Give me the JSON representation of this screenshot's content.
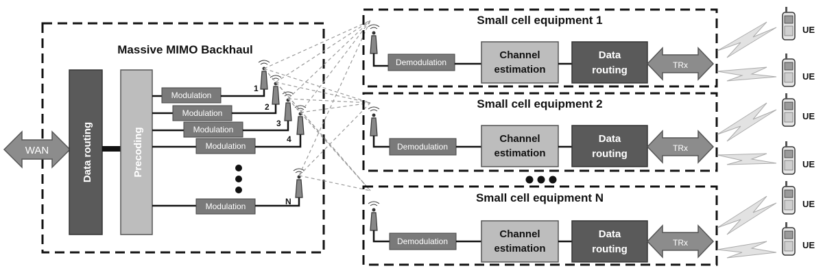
{
  "backhaul": {
    "title": "Massive MIMO Backhaul",
    "wan": "WAN",
    "data_routing": "Data routing",
    "precoding": "Precoding",
    "modulation": "Modulation",
    "antenna_numbers": [
      "1",
      "2",
      "3",
      "4",
      "N"
    ]
  },
  "cells": [
    {
      "title": "Small cell equipment 1",
      "demod": "Demodulation",
      "chan1": "Channel",
      "chan2": "estimation",
      "route1": "Data",
      "route2": "routing",
      "trx": "TRx",
      "ue": [
        "UE",
        "UE"
      ]
    },
    {
      "title": "Small cell equipment 2",
      "demod": "Demodulation",
      "chan1": "Channel",
      "chan2": "estimation",
      "route1": "Data",
      "route2": "routing",
      "trx": "TRx",
      "ue": [
        "UE",
        "UE"
      ]
    },
    {
      "title": "Small cell equipment N",
      "demod": "Demodulation",
      "chan1": "Channel",
      "chan2": "estimation",
      "route1": "Data",
      "route2": "routing",
      "trx": "TRx",
      "ue": [
        "UE",
        "UE"
      ]
    }
  ],
  "colors": {
    "dark_block": "#5a5a5a",
    "mid_block": "#777777",
    "light_block": "#bdbdbd"
  }
}
